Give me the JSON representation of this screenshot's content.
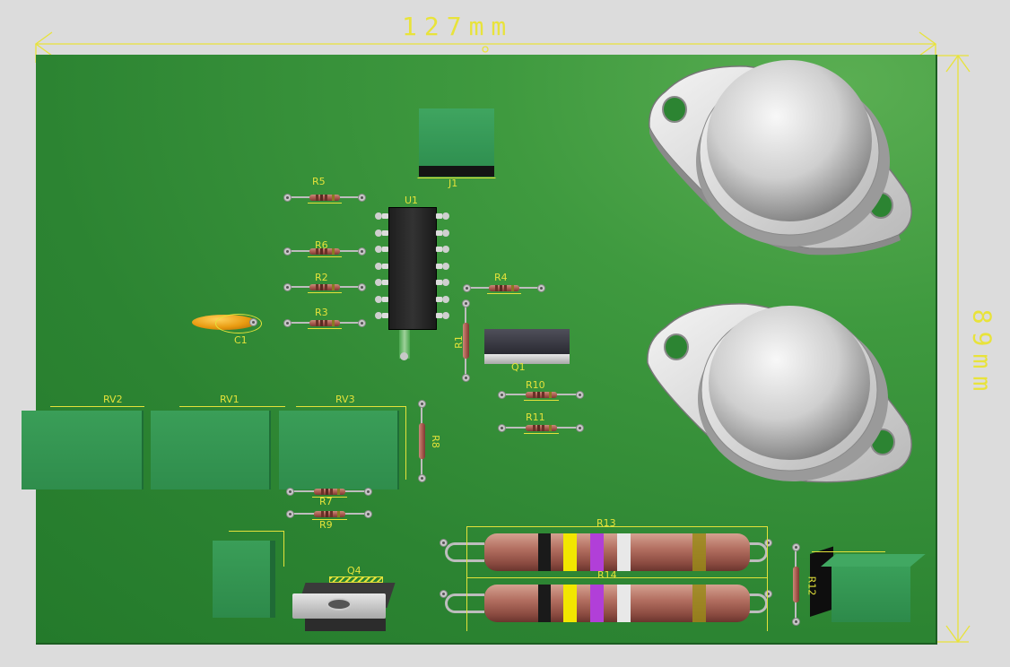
{
  "dimensions": {
    "width_label": "127mm",
    "height_label": "89mm",
    "line_color": "#e8e33a"
  },
  "board": {
    "color": "#2f8a34",
    "silkscreen_color": "#e4e23a"
  },
  "components": {
    "J1": "J1",
    "U1": "U1",
    "C1": "C1",
    "Q1": "Q1",
    "Q4": "Q4",
    "RV1": "RV1",
    "RV2": "RV2",
    "RV3": "RV3",
    "R1": "R1",
    "R2": "R2",
    "R3": "R3",
    "R4": "R4",
    "R5": "R5",
    "R6": "R6",
    "R7": "R7",
    "R8": "R8",
    "R9": "R9",
    "R10": "R10",
    "R11": "R11",
    "R12": "R12",
    "R13": "R13",
    "R14": "R14"
  },
  "resistor_band_colors": [
    "#1a1a1a",
    "#f2e600",
    "#b13fd8",
    "#e8e8e8",
    "#9a8a1a"
  ]
}
